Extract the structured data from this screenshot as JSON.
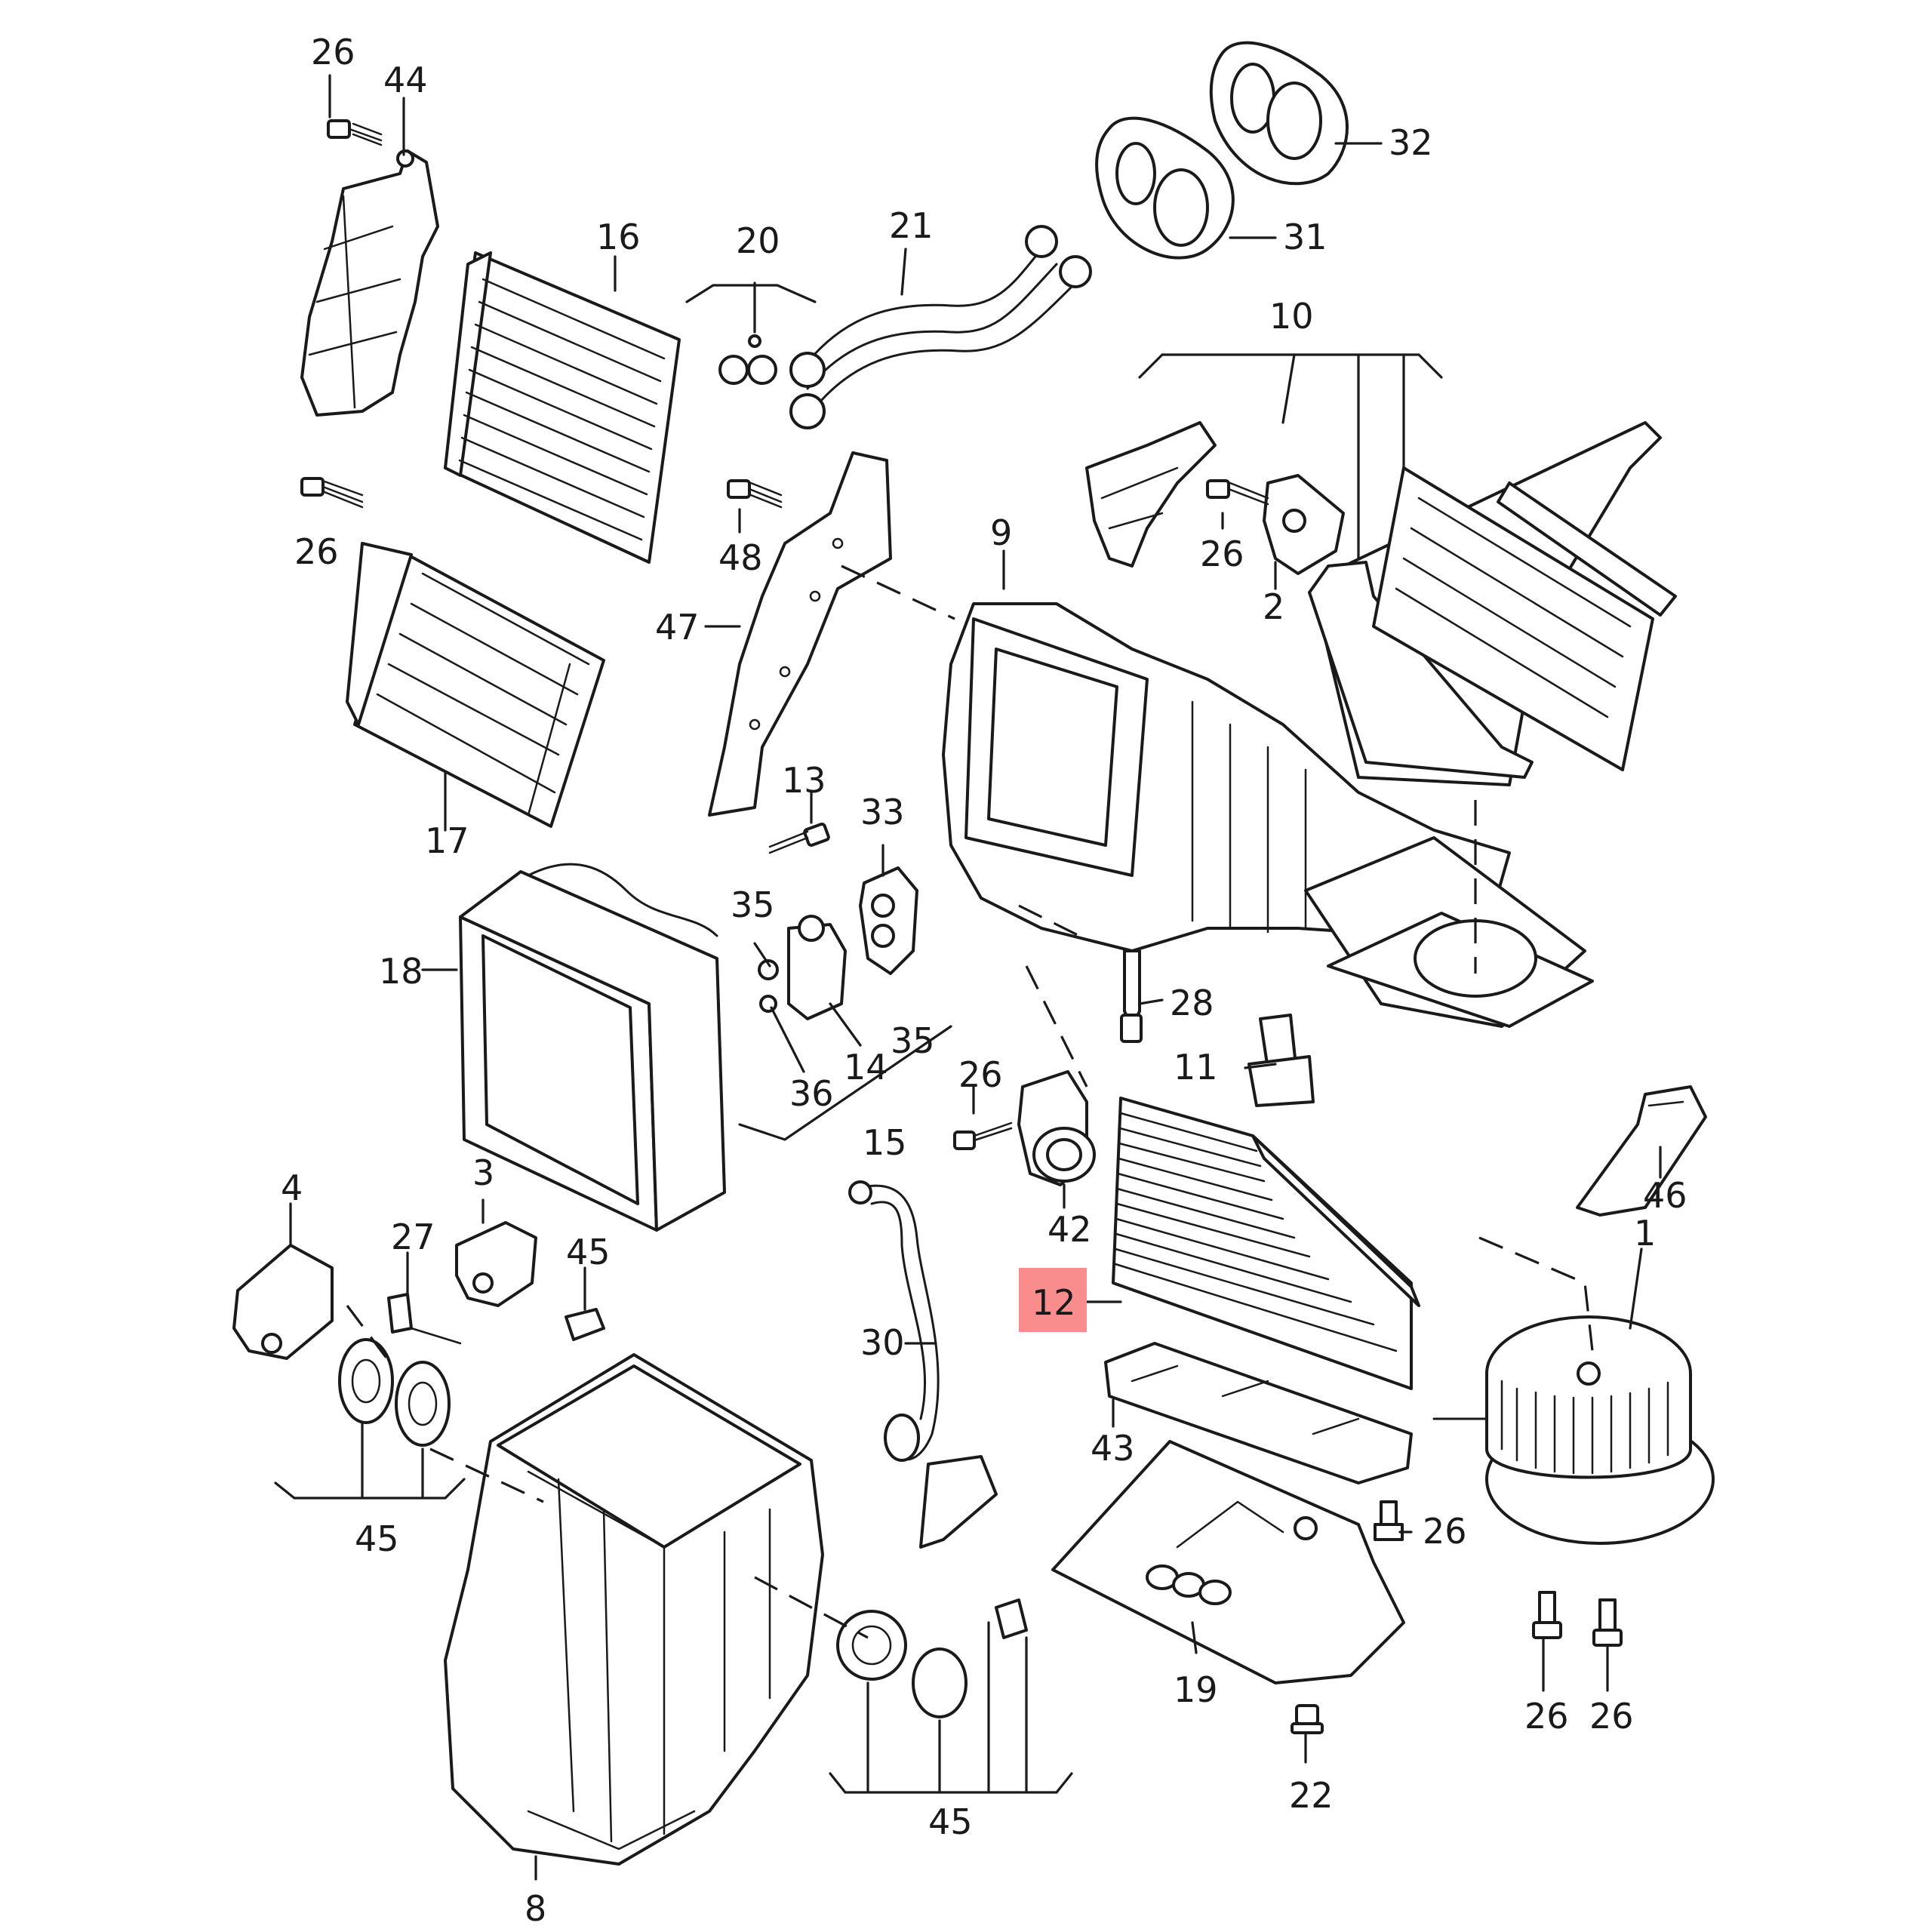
{
  "diagram": {
    "highlight_color": "#f98c8c",
    "line_color": "#1a1a1a",
    "background": "#ffffff",
    "highlighted_part": "12",
    "labels": {
      "l26a": "26",
      "l44": "44",
      "l32": "32",
      "l16": "16",
      "l20": "20",
      "l21": "21",
      "l31": "31",
      "l10": "10",
      "l26b": "26",
      "l48": "48",
      "l9": "9",
      "l26c": "26",
      "l2": "2",
      "l47": "47",
      "l17": "17",
      "l13": "13",
      "l33": "33",
      "l35a": "35",
      "l18": "18",
      "l28": "28",
      "l14": "14",
      "l35b": "35",
      "l36": "36",
      "l11": "11",
      "l26d": "26",
      "l15": "15",
      "l46": "46",
      "l4": "4",
      "l3": "3",
      "l27": "27",
      "l45a": "45",
      "l42": "42",
      "l1": "1",
      "l12": "12",
      "l30": "30",
      "l43": "43",
      "l26e": "26",
      "l45b": "45",
      "l19": "19",
      "l26f": "26",
      "l26g": "26",
      "l22": "22",
      "l45c": "45",
      "l8": "8"
    }
  }
}
